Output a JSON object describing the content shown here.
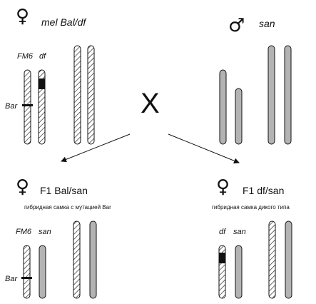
{
  "parents": {
    "female": {
      "symbol": "♀",
      "genotype": "mel Bal/df",
      "chrom_labels": {
        "balancer": "FM6",
        "deletion": "df"
      },
      "marker_label": "Bar"
    },
    "male": {
      "symbol": "♂",
      "genotype": "san"
    },
    "cross_symbol": "X"
  },
  "offspring": {
    "left": {
      "symbol": "♀",
      "title": "F1 Bal/san",
      "caption": "гибридная самка с мутацией Bar",
      "chrom_labels": {
        "balancer": "FM6",
        "species": "san"
      },
      "marker_label": "Bar"
    },
    "right": {
      "symbol": "♀",
      "title": "F1 df/san",
      "caption": "гибридная самка дикого типа",
      "chrom_labels": {
        "deletion": "df",
        "species": "san"
      }
    }
  },
  "colors": {
    "hatch_stroke": "#1a1a1a",
    "solid_gray": "#b3b3b3",
    "deletion_block": "#111111",
    "outline": "#111111"
  }
}
